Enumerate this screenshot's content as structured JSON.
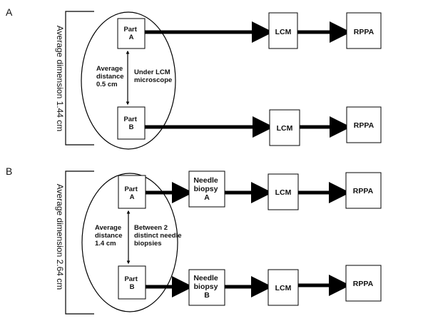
{
  "panel_a": {
    "letter": "A",
    "dimension_label": "Average dimension 1.44 cm",
    "part_a": [
      "Part",
      "A"
    ],
    "part_b": [
      "Part",
      "B"
    ],
    "distance_label": [
      "Average",
      "distance",
      "0.5 cm"
    ],
    "method_label": [
      "Under LCM",
      "microscope"
    ],
    "lcm_top": "LCM",
    "rppa_top": "RPPA",
    "lcm_bottom": "LCM",
    "rppa_bottom": "RPPA"
  },
  "panel_b": {
    "letter": "B",
    "dimension_label": "Average dimension 2.64 cm",
    "part_a": [
      "Part",
      "A"
    ],
    "part_b": [
      "Part",
      "B"
    ],
    "distance_label": [
      "Average",
      "distance",
      "1.4 cm"
    ],
    "method_label": [
      "Between 2",
      "distinct needle",
      "biopsies"
    ],
    "needle_a": [
      "Needle",
      "biopsy",
      "A"
    ],
    "needle_b": [
      "Needle",
      "biopsy",
      "B"
    ],
    "lcm_top": "LCM",
    "rppa_top": "RPPA",
    "lcm_bottom": "LCM",
    "rppa_bottom": "RPPA"
  }
}
